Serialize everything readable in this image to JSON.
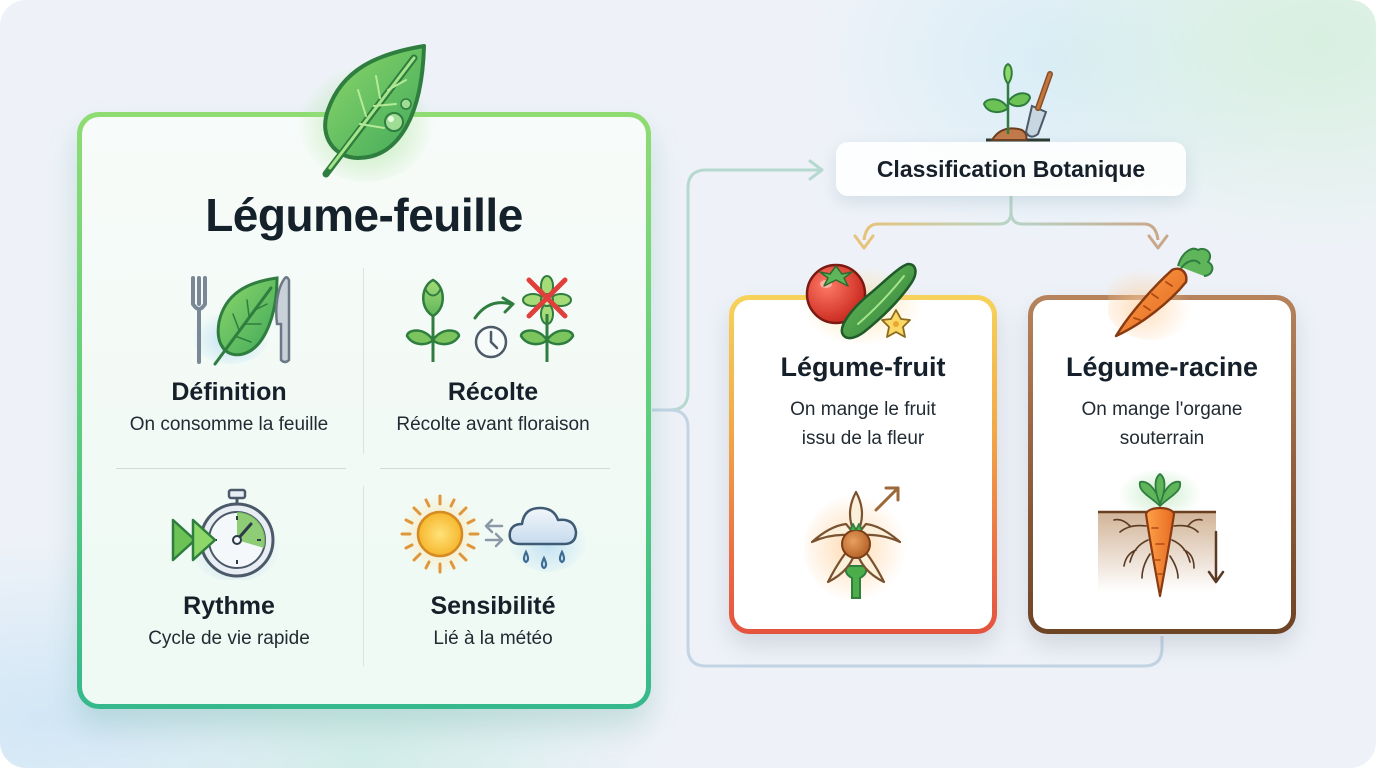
{
  "main_card": {
    "title": "Légume-feuille",
    "hero_icon": "leaf-icon",
    "border_colors": [
      "#8fdc72",
      "#35b98c"
    ],
    "features": [
      {
        "title": "Définition",
        "description": "On consomme la feuille",
        "icon": "fork-leaf-knife-icon"
      },
      {
        "title": "Récolte",
        "description": "Récolte avant floraison",
        "icon": "harvest-before-flowering-icon"
      },
      {
        "title": "Rythme",
        "description": "Cycle de vie rapide",
        "icon": "fast-stopwatch-icon"
      },
      {
        "title": "Sensibilité",
        "description": "Lié à la météo",
        "icon": "sun-rain-icon"
      }
    ]
  },
  "classification": {
    "title": "Classification Botanique",
    "icon": "seedling-trowel-icon"
  },
  "categories": [
    {
      "title": "Légume-fruit",
      "description_lines": [
        "On mange le fruit",
        "issu de la fleur"
      ],
      "top_icon": "tomato-zucchini-icon",
      "bottom_icon": "flower-fruit-icon",
      "border_colors": [
        "#f6d35a",
        "#e4533f"
      ]
    },
    {
      "title": "Légume-racine",
      "description_lines": [
        "On mange l'organe",
        "souterrain"
      ],
      "top_icon": "carrot-icon",
      "bottom_icon": "carrot-underground-icon",
      "border_colors": [
        "#b6835c",
        "#6e4426"
      ]
    }
  ]
}
